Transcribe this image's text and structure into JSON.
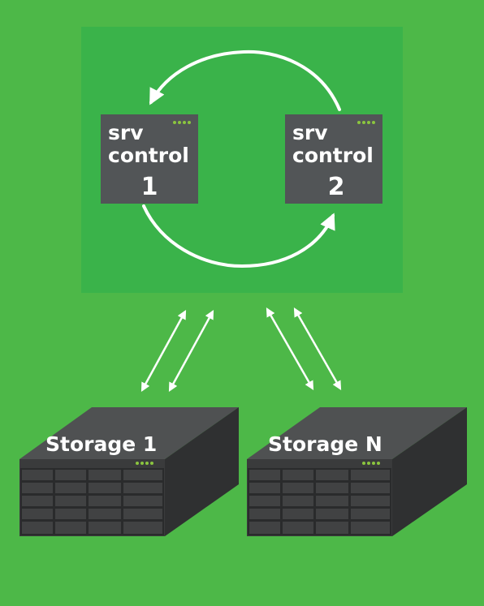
{
  "colors": {
    "background": "#4db848",
    "cluster_panel": "#3ab34a",
    "server_face": "#525557",
    "storage_top": "#4f5152",
    "storage_side": "#2f3031",
    "storage_front": "#3a3b3c",
    "drive_bay": "#414243",
    "led": "#8bc53f",
    "arrow": "#ffffff",
    "text": "#ffffff"
  },
  "servers": [
    {
      "line1": "srv",
      "line2": "control",
      "number": "1"
    },
    {
      "line1": "srv",
      "line2": "control",
      "number": "2"
    }
  ],
  "storage": [
    {
      "label": "Storage 1"
    },
    {
      "label": "Storage N"
    }
  ],
  "icons": {
    "replication": "circular-arrows-icon",
    "link": "bidirectional-arrow-icon"
  }
}
